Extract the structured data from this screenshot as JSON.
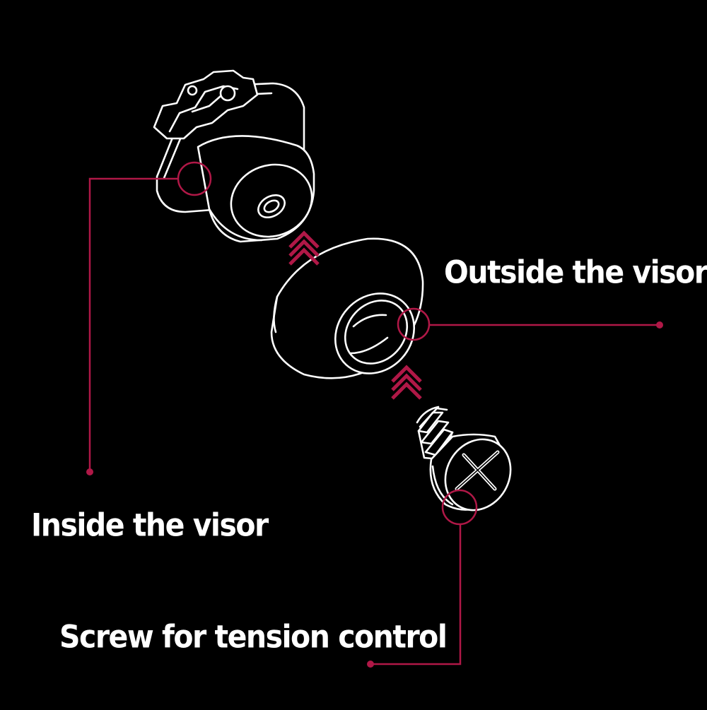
{
  "labels": {
    "outside": "Outside the visor",
    "inside": "Inside the visor",
    "screw": "Screw for tension control"
  },
  "colors": {
    "background": "#000000",
    "outline": "#ffffff",
    "accent": "#b01847"
  },
  "icons": {
    "base": "visor-clip-base-icon",
    "cap": "dome-cap-icon",
    "screw": "countersunk-screw-icon",
    "arrows": "chevron-up-arrows-icon"
  }
}
